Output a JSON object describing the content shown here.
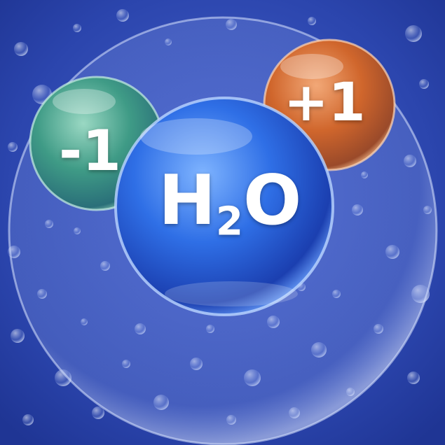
{
  "molecule": {
    "symbol_h": "H",
    "subscript": "2",
    "symbol_o": "O"
  },
  "ions": {
    "negative_charge": "-1",
    "positive_charge": "+1"
  },
  "colors": {
    "background": "#2a43a8",
    "water_bubble": "#2f63e0",
    "negative_bubble": "#4fa58f",
    "positive_bubble": "#d0662c"
  }
}
